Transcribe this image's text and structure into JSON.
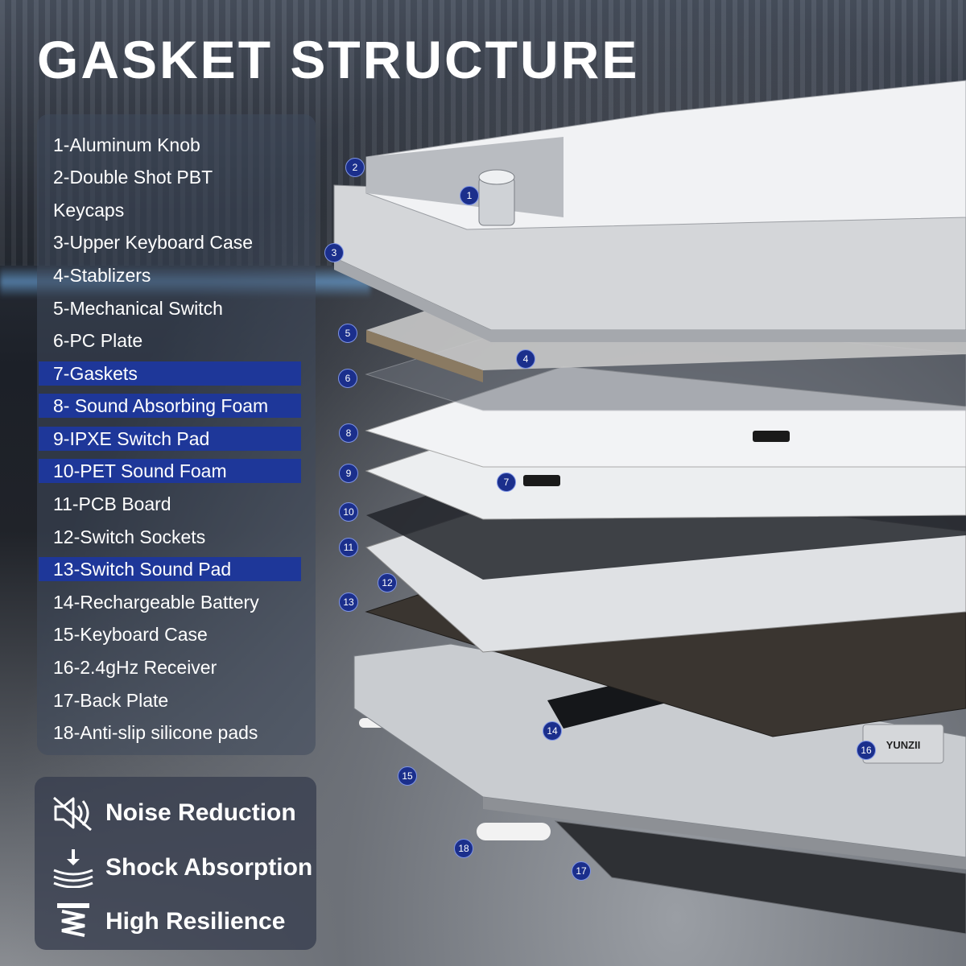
{
  "title": "GASKET STRUCTURE",
  "parts": [
    {
      "label": "1-Aluminum Knob",
      "highlight": false
    },
    {
      "label": "2-Double Shot PBT",
      "highlight": false
    },
    {
      "label": "Keycaps",
      "highlight": false
    },
    {
      "label": "3-Upper Keyboard Case",
      "highlight": false
    },
    {
      "label": "4-Stablizers",
      "highlight": false
    },
    {
      "label": "5-Mechanical Switch",
      "highlight": false
    },
    {
      "label": "6-PC Plate",
      "highlight": false
    },
    {
      "label": "7-Gaskets",
      "highlight": true
    },
    {
      "label": "8- Sound Absorbing Foam",
      "highlight": true
    },
    {
      "label": "9-IPXE Switch Pad",
      "highlight": true
    },
    {
      "label": "10-PET Sound Foam",
      "highlight": true
    },
    {
      "label": "11-PCB Board",
      "highlight": false
    },
    {
      "label": "12-Switch Sockets",
      "highlight": false
    },
    {
      "label": "13-Switch Sound Pad",
      "highlight": true
    },
    {
      "label": "14-Rechargeable Battery",
      "highlight": false
    },
    {
      "label": "15-Keyboard Case",
      "highlight": false
    },
    {
      "label": "16-2.4gHz Receiver",
      "highlight": false
    },
    {
      "label": "17-Back Plate",
      "highlight": false
    },
    {
      "label": "18-Anti-slip silicone pads",
      "highlight": false
    }
  ],
  "features": [
    {
      "label": "Noise Reduction",
      "icon": "muted-speaker-icon"
    },
    {
      "label": "Shock Absorption",
      "icon": "layers-down-arrow-icon"
    },
    {
      "label": "High Resilience",
      "icon": "spring-icon"
    }
  ],
  "callouts": [
    "1",
    "2",
    "3",
    "4",
    "5",
    "6",
    "7",
    "8",
    "9",
    "10",
    "11",
    "12",
    "13",
    "14",
    "15",
    "16",
    "17",
    "18"
  ],
  "receiver_brand": "YUNZII",
  "colors": {
    "highlight": "#1e3799",
    "callout": "#1b2f8c",
    "text": "#ffffff"
  }
}
